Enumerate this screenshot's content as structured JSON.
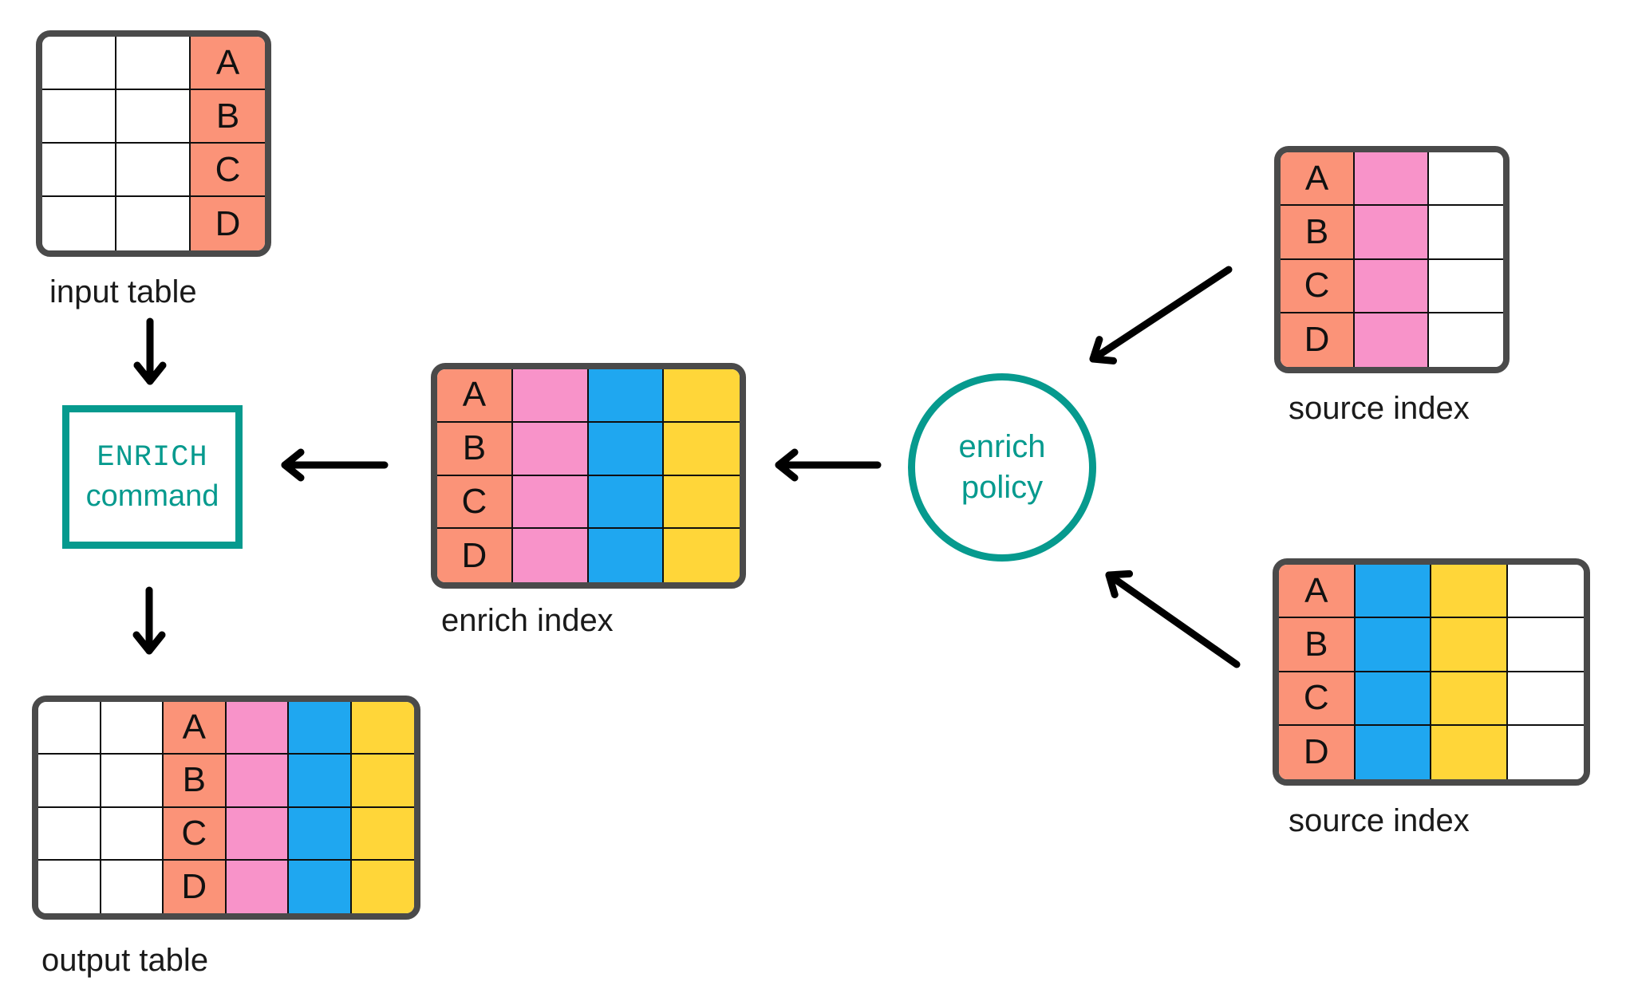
{
  "title": "ENRICH command data flow diagram",
  "colors": {
    "salmon": "#fb9378",
    "pink": "#f893c9",
    "blue": "#1fa7f0",
    "yellow": "#ffd639",
    "white": "#ffffff",
    "teal": "#069a8e",
    "table_outline": "#4a4a4a",
    "grid_line": "#0f0f0f",
    "arrow": "#000000",
    "label_text": "#1a1a1a"
  },
  "nodes": {
    "input_table": {
      "label": "input table",
      "row_letters": [
        "A",
        "B",
        "C",
        "D"
      ],
      "columns": [
        "white",
        "white",
        "salmon"
      ],
      "letter_col": 2
    },
    "enrich_command": {
      "line1": "ENRICH",
      "line2": "command"
    },
    "output_table": {
      "label": "output table",
      "row_letters": [
        "A",
        "B",
        "C",
        "D"
      ],
      "columns": [
        "white",
        "white",
        "salmon",
        "pink",
        "blue",
        "yellow"
      ],
      "letter_col": 2
    },
    "enrich_index": {
      "label": "enrich index",
      "row_letters": [
        "A",
        "B",
        "C",
        "D"
      ],
      "columns": [
        "salmon",
        "pink",
        "blue",
        "yellow"
      ],
      "letter_col": 0
    },
    "enrich_policy": {
      "line1": "enrich",
      "line2": "policy"
    },
    "source_index_top": {
      "label": "source index",
      "row_letters": [
        "A",
        "B",
        "C",
        "D"
      ],
      "columns": [
        "salmon",
        "pink",
        "white"
      ],
      "letter_col": 0
    },
    "source_index_bottom": {
      "label": "source index",
      "row_letters": [
        "A",
        "B",
        "C",
        "D"
      ],
      "columns": [
        "salmon",
        "blue",
        "yellow",
        "white"
      ],
      "letter_col": 0
    }
  },
  "connections": [
    {
      "from": "input table",
      "to": "ENRICH command"
    },
    {
      "from": "ENRICH command",
      "to": "output table"
    },
    {
      "from": "enrich index",
      "to": "ENRICH command"
    },
    {
      "from": "enrich policy",
      "to": "enrich index"
    },
    {
      "from": "source index (top)",
      "to": "enrich policy"
    },
    {
      "from": "source index (bottom)",
      "to": "enrich policy"
    }
  ]
}
